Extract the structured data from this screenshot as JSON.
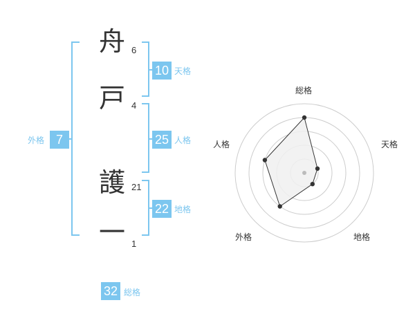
{
  "name_chars": [
    {
      "char": "舟",
      "strokes": "6"
    },
    {
      "char": "戸",
      "strokes": "4"
    },
    {
      "char": "護",
      "strokes": "21"
    },
    {
      "char": "一",
      "strokes": "1"
    }
  ],
  "kakusuu": {
    "tenkaku": {
      "value": "10",
      "label": "天格"
    },
    "jinkaku": {
      "value": "25",
      "label": "人格"
    },
    "chikaku": {
      "value": "22",
      "label": "地格"
    },
    "gaikaku": {
      "value": "7",
      "label": "外格"
    },
    "soukaku": {
      "value": "32",
      "label": "総格"
    }
  },
  "chart_data": {
    "type": "radar",
    "axes": [
      "総格",
      "天格",
      "地格",
      "外格",
      "人格"
    ],
    "values": [
      4,
      1,
      1,
      3,
      3
    ],
    "range": [
      0,
      5
    ],
    "rings": 5,
    "colors": {
      "fill": "#f0f0f0",
      "stroke": "#333333",
      "grid": "#cccccc",
      "center": "#bbbbbb"
    }
  },
  "colors": {
    "accent": "#7cc6ef",
    "text": "#333333"
  }
}
